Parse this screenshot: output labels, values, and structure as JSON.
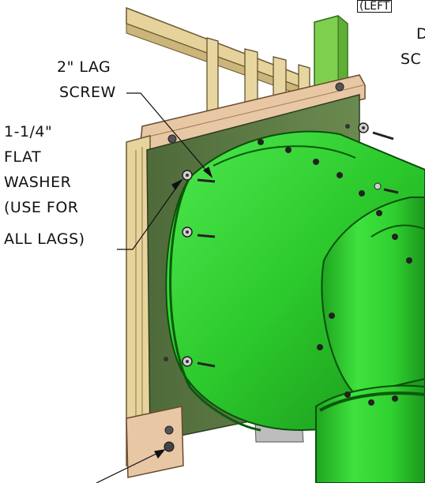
{
  "labels": {
    "lag_screw": [
      "2\" LAG",
      "SCREW"
    ],
    "washer": [
      "1-1/4\"",
      "FLAT",
      "WASHER",
      "(USE FOR",
      "ALL LAGS)"
    ],
    "top_right_tag": "(LEFT",
    "top_right_cut": [
      "D",
      "SC"
    ]
  },
  "colors": {
    "slide_green": "#2fd52f",
    "slide_dark": "#0a6a0a",
    "board": "#e9caa8",
    "board_edge": "#7a5a3c",
    "rail": "#e3d19a",
    "panel": "#5f7a47",
    "post": "#8ccf58",
    "metal": "#b7b7b7"
  }
}
